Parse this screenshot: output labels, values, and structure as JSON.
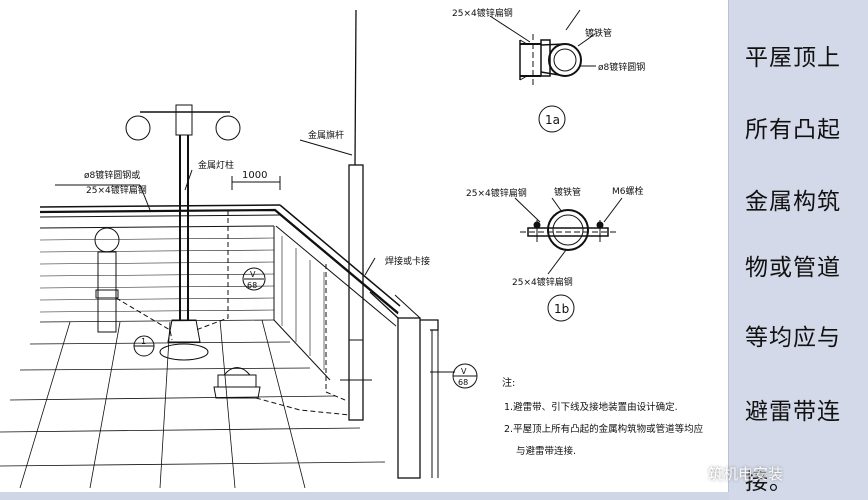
{
  "labels": {
    "flatbar_25x4": "25×4镀锌扁钢",
    "galv_pipe": "镀铁管",
    "round_steel_phi8": "ø8镀锌圆钢",
    "callout_1a": "1a",
    "flatbar_top_b": "25×4镀锌扁钢",
    "galv_pipe_b": "镀铁管",
    "bolt_m6": "M6螺栓",
    "flatbar_bottom_b": "25×4镀锌扁钢",
    "callout_1b": "1b",
    "metal_flagpole": "金属旗杆",
    "round_or_flat_1": "ø8镀锌圆钢或",
    "round_or_flat_2": "25×4镀锌扁钢",
    "metal_lamp_post": "金属灯柱",
    "dim_1000": "1000",
    "weld_or_clamp": "焊接或卡接",
    "ref_v": "V",
    "ref_68": "68",
    "ref_1": "1",
    "notes_title": "注:",
    "note_1": "1.避雷带、引下线及接地装置由设计确定.",
    "note_2a": "2.平屋顶上所有凸起的金属构筑物或管道等均应",
    "note_2b": "与避雷带连接."
  },
  "side_text": [
    "平屋顶上",
    "所有凸起",
    "金属构筑",
    "物或管道",
    "等均应与",
    "避雷带连",
    "接。"
  ],
  "watermark": "筑机电安装"
}
